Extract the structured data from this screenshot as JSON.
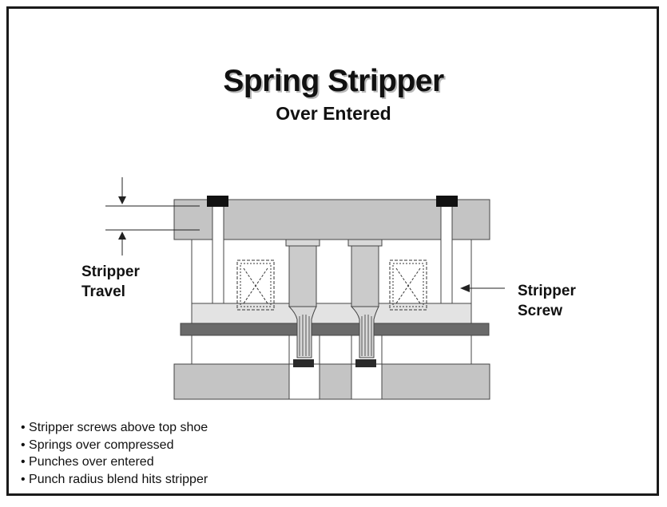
{
  "title": "Spring Stripper",
  "subtitle": "Over Entered",
  "labels": {
    "stripper_travel": [
      "Stripper",
      "Travel"
    ],
    "stripper_screw": [
      "Stripper",
      "Screw"
    ]
  },
  "bullets": [
    "Stripper screws above top shoe",
    "Springs over compressed",
    "Punches over entered",
    "Punch radius blend hits stripper"
  ],
  "colors": {
    "frame": "#1a1a1a",
    "shoe": "#c4c4c4",
    "plate": "#e3e3e3",
    "punch": "#cbcbcb",
    "strip": "#6a6a6a",
    "outline": "#444444"
  },
  "icons": [
    "down-arrow",
    "up-arrow",
    "left-arrow",
    "spring-box"
  ]
}
